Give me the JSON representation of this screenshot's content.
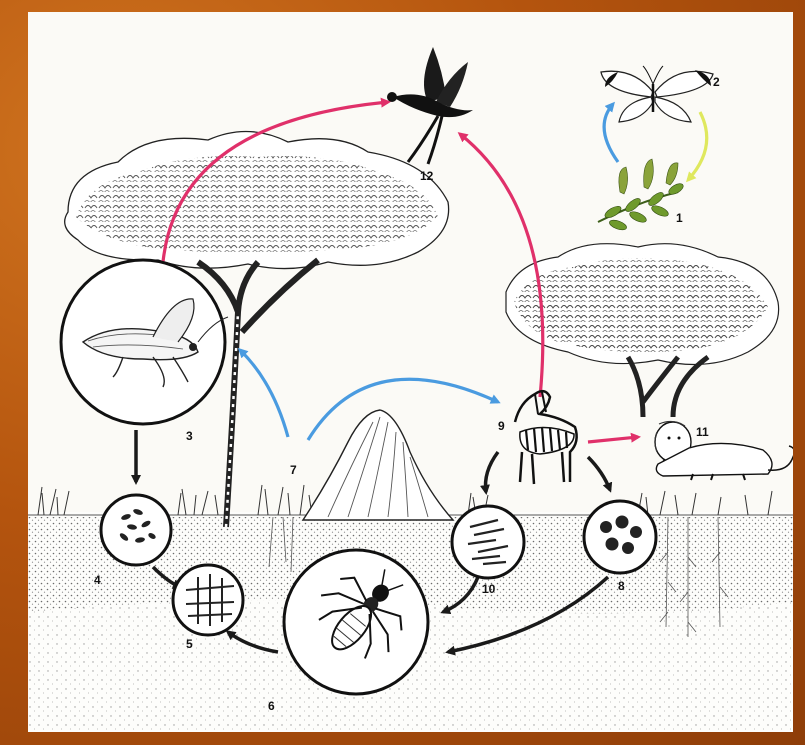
{
  "diagram": {
    "labels": [
      {
        "id": "1",
        "text": "1"
      },
      {
        "id": "2",
        "text": "2"
      },
      {
        "id": "3",
        "text": "3"
      },
      {
        "id": "4",
        "text": "4"
      },
      {
        "id": "5",
        "text": "5"
      },
      {
        "id": "6",
        "text": "6"
      },
      {
        "id": "7",
        "text": "7"
      },
      {
        "id": "8",
        "text": "8"
      },
      {
        "id": "9",
        "text": "9"
      },
      {
        "id": "10",
        "text": "10"
      },
      {
        "id": "11",
        "text": "11"
      },
      {
        "id": "12",
        "text": "12"
      }
    ],
    "arrow_colors": {
      "predation": "#e0306a",
      "herbivory": "#4a9be0",
      "pollination": "#e6ee6a",
      "decomposition": "#1a1a1a"
    },
    "nodes": [
      {
        "id": "1",
        "icon": "plant-sprig-icon"
      },
      {
        "id": "2",
        "icon": "butterfly-icon"
      },
      {
        "id": "3",
        "icon": "grasshopper-icon"
      },
      {
        "id": "4",
        "icon": "droppings-icon"
      },
      {
        "id": "5",
        "icon": "fungus-icon"
      },
      {
        "id": "6",
        "icon": "termite-icon"
      },
      {
        "id": "7",
        "icon": "grass-icon"
      },
      {
        "id": "8",
        "icon": "dung-icon"
      },
      {
        "id": "9",
        "icon": "zebra-icon"
      },
      {
        "id": "10",
        "icon": "plant-fragments-icon"
      },
      {
        "id": "11",
        "icon": "lion-icon"
      },
      {
        "id": "12",
        "icon": "eagle-icon"
      }
    ]
  }
}
